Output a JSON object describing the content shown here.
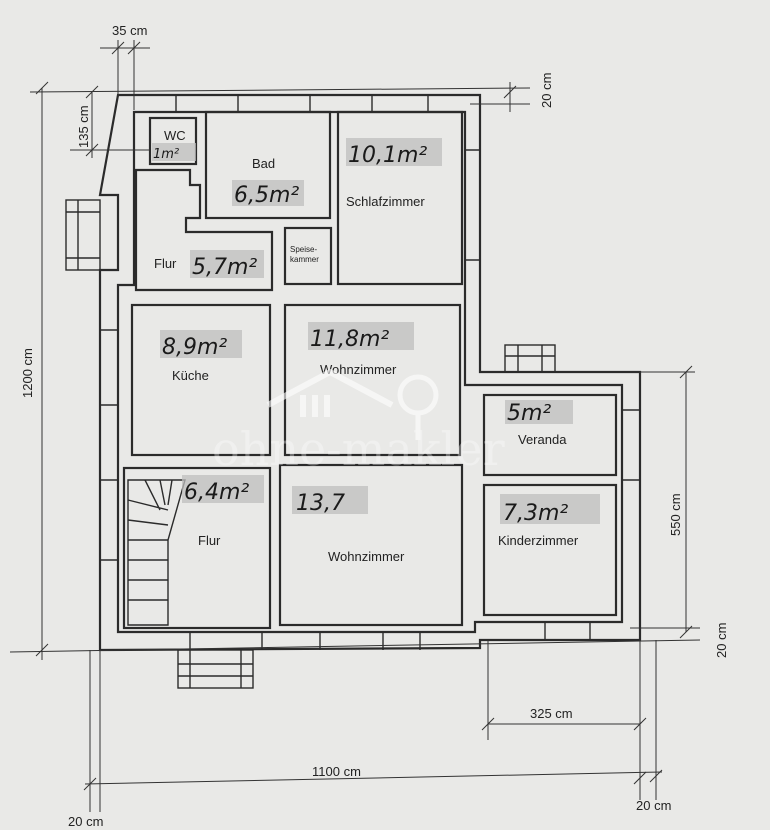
{
  "rooms": {
    "wc": {
      "name": "WC",
      "area": "1m²"
    },
    "bad": {
      "name": "Bad",
      "area": "6,5m²"
    },
    "schlafzimmer": {
      "name": "Schlafzimmer",
      "area": "10,1m²"
    },
    "flur_top": {
      "name": "Flur",
      "area": "5,7m²"
    },
    "speisekammer": {
      "name_line1": "Speise-",
      "name_line2": "kammer"
    },
    "kueche": {
      "name": "Küche",
      "area": "8,9m²"
    },
    "wohnzimmer_top": {
      "name": "Wohnzimmer",
      "area": "11,8m²"
    },
    "veranda": {
      "name": "Veranda",
      "area": "5m²"
    },
    "flur_bottom": {
      "name": "Flur",
      "area": "6,4m²"
    },
    "wohnzimmer_bottom": {
      "name": "Wohnzimmer",
      "area": "13,7"
    },
    "kinderzimmer": {
      "name": "Kinderzimmer",
      "area": "7,3m²"
    }
  },
  "dimensions": {
    "top_35": "35 cm",
    "top_20": "20 cm",
    "left_135": "135 cm",
    "left_1200": "1200 cm",
    "right_550": "550 cm",
    "right_20": "20 cm",
    "bottom_325": "325 cm",
    "bottom_1100": "1100 cm",
    "bottom_left_20": "20 cm",
    "bottom_right_20": "20 cm"
  },
  "watermark": {
    "text": "ohne-makler"
  }
}
